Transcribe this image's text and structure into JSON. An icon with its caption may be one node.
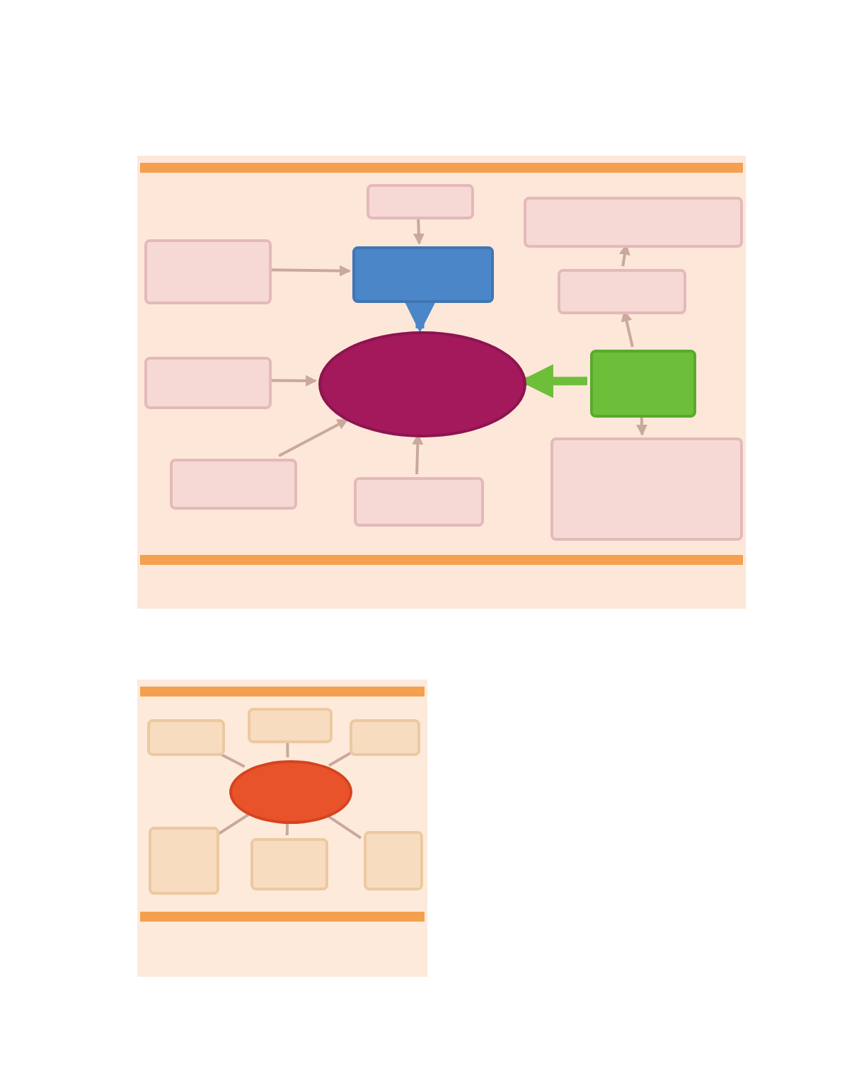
{
  "diagram": {
    "nodes": [
      {
        "text": [],
        "shape": "box"
      },
      {
        "text": [],
        "shape": "box",
        "in": 0
      },
      {
        "text": [],
        "shape": "box",
        "in": 0
      },
      {
        "text": [],
        "shape": "box",
        "in": 0
      },
      {
        "text": [],
        "shape": "box",
        "in": 0
      },
      {
        "text": [],
        "shape": "box",
        "in": 0
      },
      {
        "text": [],
        "shape": "box",
        "in": 0
      },
      {
        "text": [],
        "shape": "ellipse",
        "in": 0
      },
      {
        "text": [],
        "shape": "box",
        "in": 0
      },
      {
        "text": [],
        "shape": "box",
        "in": 0
      },
      {
        "text": [],
        "shape": "box",
        "in": 0
      },
      {
        "text": [],
        "shape": "box",
        "in": 0
      },
      {
        "text": [],
        "shape": "box"
      },
      {
        "text": [],
        "shape": "box",
        "in": 12
      },
      {
        "text": [],
        "shape": "box",
        "in": 12
      },
      {
        "text": [],
        "shape": "box",
        "in": 12
      },
      {
        "text": [],
        "shape": "ellipse",
        "in": 12
      },
      {
        "text": [],
        "shape": "box",
        "in": 12
      },
      {
        "text": [],
        "shape": "box",
        "in": 12
      },
      {
        "text": [],
        "shape": "box",
        "in": 12
      }
    ],
    "edges": [
      {
        "from": 3,
        "to": 4,
        "arrow": "to"
      },
      {
        "from": 1,
        "to": 4,
        "arrow": "to"
      },
      {
        "from": 4,
        "to": 7,
        "arrow": "to",
        "style": "thick",
        "color": "#4a86c8"
      },
      {
        "from": 6,
        "to": 7,
        "arrow": "to"
      },
      {
        "from": 9,
        "to": 7,
        "arrow": "to"
      },
      {
        "from": 10,
        "to": 7,
        "arrow": "to"
      },
      {
        "from": 8,
        "to": 7,
        "arrow": "to",
        "style": "thick",
        "color": "#6dbf3a"
      },
      {
        "from": 8,
        "to": 5,
        "arrow": "to"
      },
      {
        "from": 5,
        "to": 2,
        "arrow": "to"
      },
      {
        "from": 8,
        "to": 11,
        "arrow": "to"
      },
      {
        "from": 16,
        "to": 13,
        "arrow": "none"
      },
      {
        "from": 16,
        "to": 14,
        "arrow": "none"
      },
      {
        "from": 16,
        "to": 15,
        "arrow": "none"
      },
      {
        "from": 16,
        "to": 17,
        "arrow": "none"
      },
      {
        "from": 16,
        "to": 18,
        "arrow": "none"
      },
      {
        "from": 16,
        "to": 19,
        "arrow": "none"
      }
    ]
  }
}
